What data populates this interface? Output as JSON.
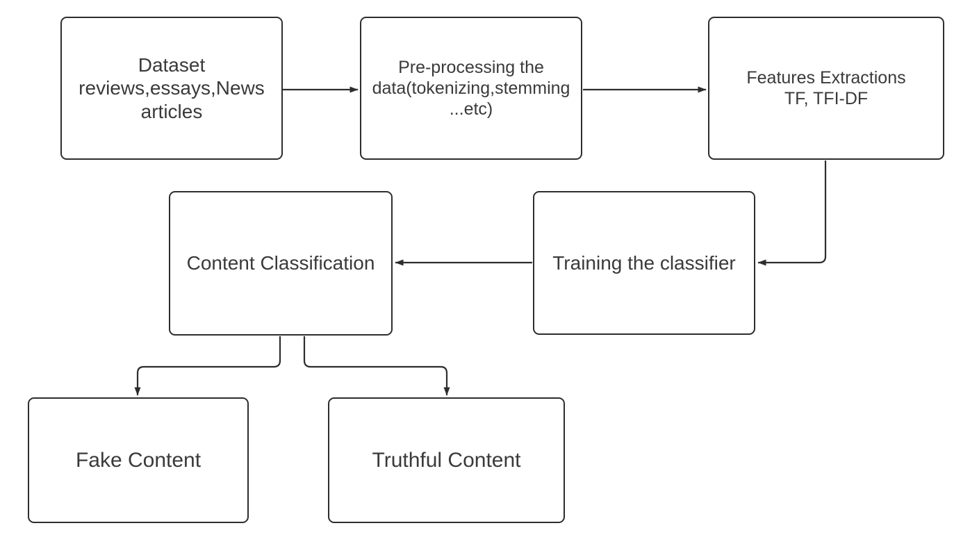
{
  "diagram": {
    "type": "flowchart",
    "colors": {
      "background": "#ffffff",
      "node_fill": "#ffffff",
      "stroke": "#2d2d2d",
      "text": "#3a3a3a"
    },
    "nodes": [
      {
        "id": "dataset",
        "label": "Dataset\nreviews,essays,News\narticles"
      },
      {
        "id": "preprocessing",
        "label": "Pre-processing the\ndata(tokenizing,stemming\n...etc)"
      },
      {
        "id": "features-extraction",
        "label": "Features Extractions\nTF, TFI-DF"
      },
      {
        "id": "content-classification",
        "label": "Content Classification"
      },
      {
        "id": "training-classifier",
        "label": "Training the classifier"
      },
      {
        "id": "fake-content",
        "label": "Fake Content"
      },
      {
        "id": "truthful-content",
        "label": "Truthful Content"
      }
    ],
    "edges": [
      {
        "from": "dataset",
        "to": "preprocessing"
      },
      {
        "from": "preprocessing",
        "to": "features-extraction"
      },
      {
        "from": "features-extraction",
        "to": "training-classifier"
      },
      {
        "from": "training-classifier",
        "to": "content-classification"
      },
      {
        "from": "content-classification",
        "to": "fake-content"
      },
      {
        "from": "content-classification",
        "to": "truthful-content"
      }
    ]
  }
}
